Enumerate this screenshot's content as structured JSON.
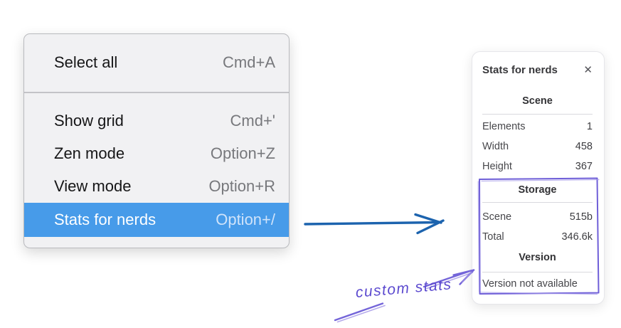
{
  "menu": {
    "items": [
      {
        "label": "Select all",
        "shortcut": "Cmd+A"
      },
      {
        "label": "Show grid",
        "shortcut": "Cmd+'"
      },
      {
        "label": "Zen mode",
        "shortcut": "Option+Z"
      },
      {
        "label": "View mode",
        "shortcut": "Option+R"
      },
      {
        "label": "Stats for nerds",
        "shortcut": "Option+/"
      }
    ],
    "selected_item": "Stats for nerds"
  },
  "stats_panel": {
    "title": "Stats for nerds",
    "close_icon": "✕",
    "scene": {
      "heading": "Scene",
      "rows": [
        {
          "label": "Elements",
          "value": "1"
        },
        {
          "label": "Width",
          "value": "458"
        },
        {
          "label": "Height",
          "value": "367"
        }
      ]
    },
    "storage": {
      "heading": "Storage",
      "rows": [
        {
          "label": "Scene",
          "value": "515b"
        },
        {
          "label": "Total",
          "value": "346.6k"
        }
      ]
    },
    "version": {
      "heading": "Version",
      "note": "Version not available"
    }
  },
  "annotation": {
    "text": "custom stats"
  },
  "colors": {
    "menu_selection_blue": "#479be9",
    "menu_background": "#f1f1f3",
    "arrow_blue": "#1c63ae",
    "annotation_purple": "#7465d9",
    "annotation_text_purple": "#5b49cf",
    "highlight_box_purple": "#6f5fd8"
  }
}
